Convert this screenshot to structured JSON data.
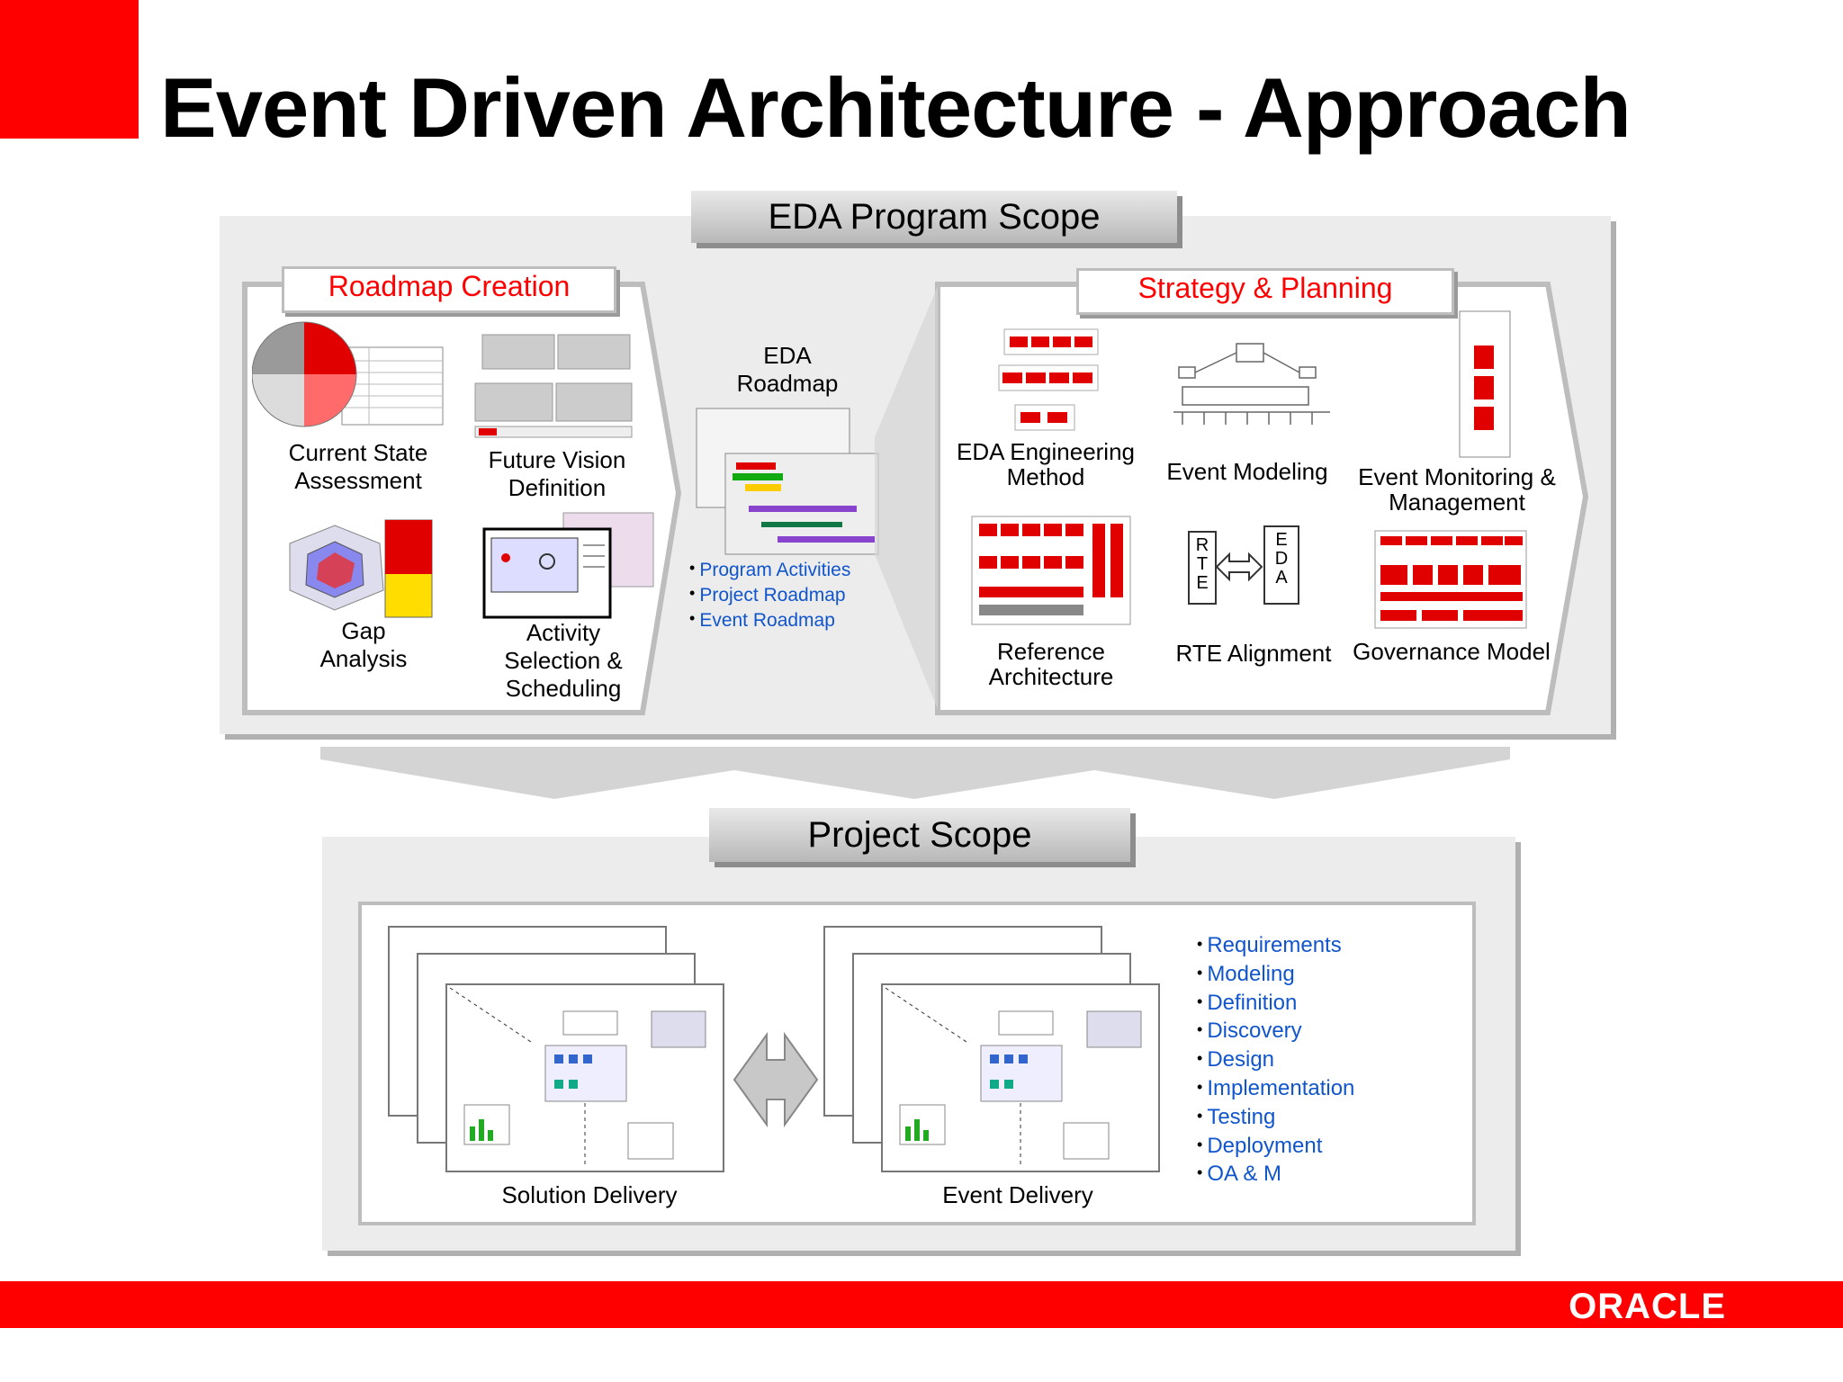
{
  "title": "Event Driven Architecture - Approach",
  "program_scope": {
    "label": "EDA Program Scope",
    "roadmap_creation": {
      "header": "Roadmap Creation",
      "items": {
        "current_state": "Current State\nAssessment",
        "future_vision": "Future Vision\nDefinition",
        "gap_analysis": "Gap\nAnalysis",
        "activity": "Activity\nSelection &\nScheduling"
      }
    },
    "eda_roadmap": {
      "label": "EDA\nRoadmap",
      "bullets": [
        "Program Activities",
        "Project Roadmap",
        "Event Roadmap"
      ]
    },
    "strategy_planning": {
      "header": "Strategy & Planning",
      "items": {
        "engineering": "EDA Engineering\nMethod",
        "event_modeling": "Event Modeling",
        "monitoring": "Event Monitoring &\nManagement",
        "reference": "Reference\nArchitecture",
        "rte_alignment": "RTE Alignment",
        "governance": "Governance Model"
      },
      "rte_letters": "R\nT\nE",
      "eda_letters": "E\nD\nA"
    }
  },
  "project_scope": {
    "label": "Project Scope",
    "solution_delivery": "Solution Delivery",
    "event_delivery": "Event Delivery",
    "bullets": [
      "Requirements",
      "Modeling",
      "Definition",
      "Discovery",
      "Design",
      "Implementation",
      "Testing",
      "Deployment",
      "OA & M"
    ]
  },
  "footer": {
    "logo_text": "ORACLE"
  },
  "colors": {
    "brand_red": "#ff0000",
    "link_blue": "#1155cc",
    "panel_gray": "#eeeeee"
  }
}
